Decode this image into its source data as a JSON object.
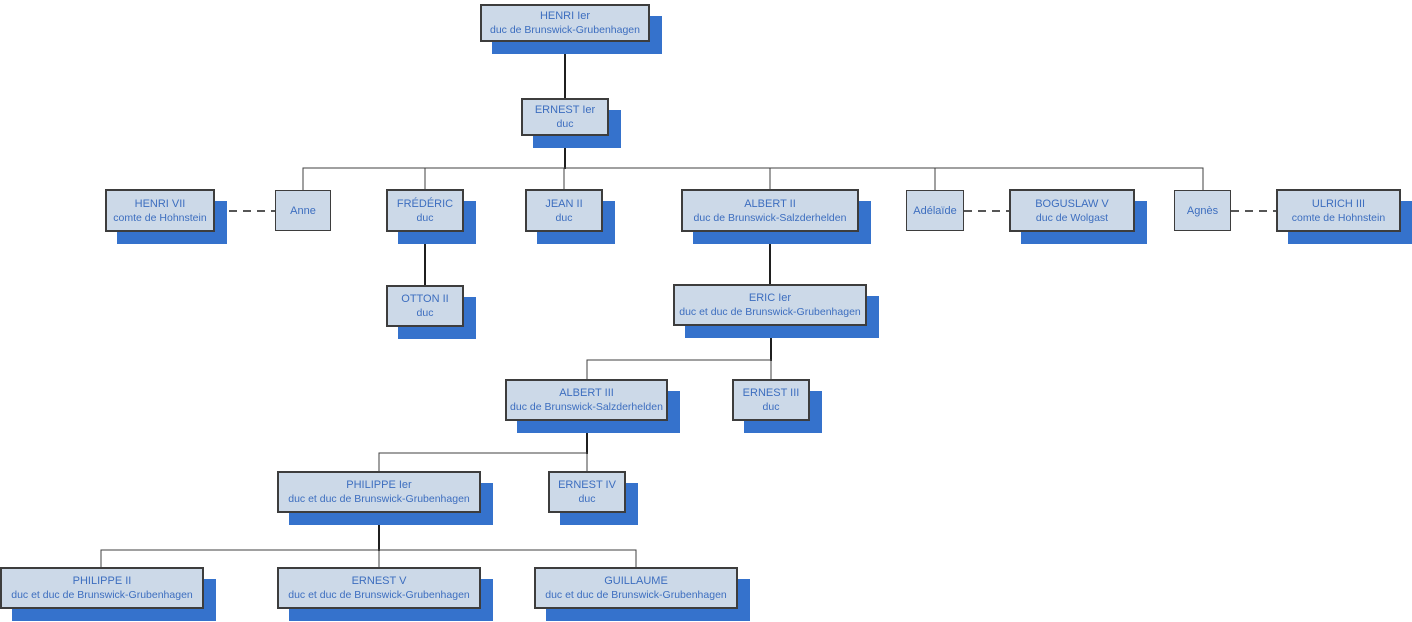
{
  "diagram_type": "genealogy-org-chart",
  "colors": {
    "box_fill": "#ccd9e8",
    "box_border": "#3d3d3d",
    "box_shadow_blue": "#3572cc",
    "text_blue": "#3d6ebf",
    "line_gray": "#404040",
    "line_black": "#1f1f1f"
  },
  "nodes": {
    "henri1": {
      "name": "HENRI Ier",
      "title": "duc de Brunswick-Grubenhagen"
    },
    "ernest1": {
      "name": "ERNEST Ier",
      "title": "duc"
    },
    "henri7": {
      "name": "HENRI VII",
      "title": "comte de Hohnstein"
    },
    "anne": {
      "name": "Anne"
    },
    "frederic": {
      "name": "FRÉDÉRIC",
      "title": "duc"
    },
    "jean2": {
      "name": "JEAN II",
      "title": "duc"
    },
    "albert2": {
      "name": "ALBERT II",
      "title": "duc de Brunswick-Salzderhelden"
    },
    "adelaide": {
      "name": "Adélaïde"
    },
    "boguslaw5": {
      "name": "BOGUSLAW V",
      "title": "duc de Wolgast"
    },
    "agnes": {
      "name": "Agnès"
    },
    "ulrich3": {
      "name": "ULRICH III",
      "title": "comte de Hohnstein"
    },
    "otton2": {
      "name": "OTTON II",
      "title": "duc"
    },
    "eric1": {
      "name": "ERIC Ier",
      "title": "duc et duc de Brunswick-Grubenhagen"
    },
    "albert3": {
      "name": "ALBERT III",
      "title": "duc de Brunswick-Salzderhelden"
    },
    "ernest3": {
      "name": "ERNEST III",
      "title": "duc"
    },
    "philippe1": {
      "name": "PHILIPPE Ier",
      "title": "duc et duc de Brunswick-Grubenhagen"
    },
    "ernest4": {
      "name": "ERNEST IV",
      "title": "duc"
    },
    "philippe2": {
      "name": "PHILIPPE II",
      "title": "duc et duc de Brunswick-Grubenhagen"
    },
    "ernest5": {
      "name": "ERNEST V",
      "title": "duc et duc de Brunswick-Grubenhagen"
    },
    "guillaume": {
      "name": "GUILLAUME",
      "title": "duc et duc de Brunswick-Grubenhagen"
    }
  },
  "family_tree": {
    "root": "HENRI Ier",
    "relations": [
      {
        "parent": "HENRI Ier",
        "children": [
          "ERNEST Ier"
        ]
      },
      {
        "parent": "ERNEST Ier",
        "children": [
          "Anne",
          "FRÉDÉRIC",
          "JEAN II",
          "ALBERT II",
          "Adélaïde",
          "Agnès"
        ]
      },
      {
        "parent": "FRÉDÉRIC",
        "children": [
          "OTTON II"
        ]
      },
      {
        "parent": "ALBERT II",
        "children": [
          "ERIC Ier"
        ]
      },
      {
        "parent": "ERIC Ier",
        "children": [
          "ALBERT III",
          "ERNEST III"
        ]
      },
      {
        "parent": "ALBERT III",
        "children": [
          "PHILIPPE Ier",
          "ERNEST IV"
        ]
      },
      {
        "parent": "PHILIPPE Ier",
        "children": [
          "PHILIPPE II",
          "ERNEST V",
          "GUILLAUME"
        ]
      }
    ],
    "marriages": [
      {
        "couple": [
          "HENRI VII",
          "Anne"
        ]
      },
      {
        "couple": [
          "Adélaïde",
          "BOGUSLAW V"
        ]
      },
      {
        "couple": [
          "Agnès",
          "ULRICH III"
        ]
      }
    ]
  }
}
